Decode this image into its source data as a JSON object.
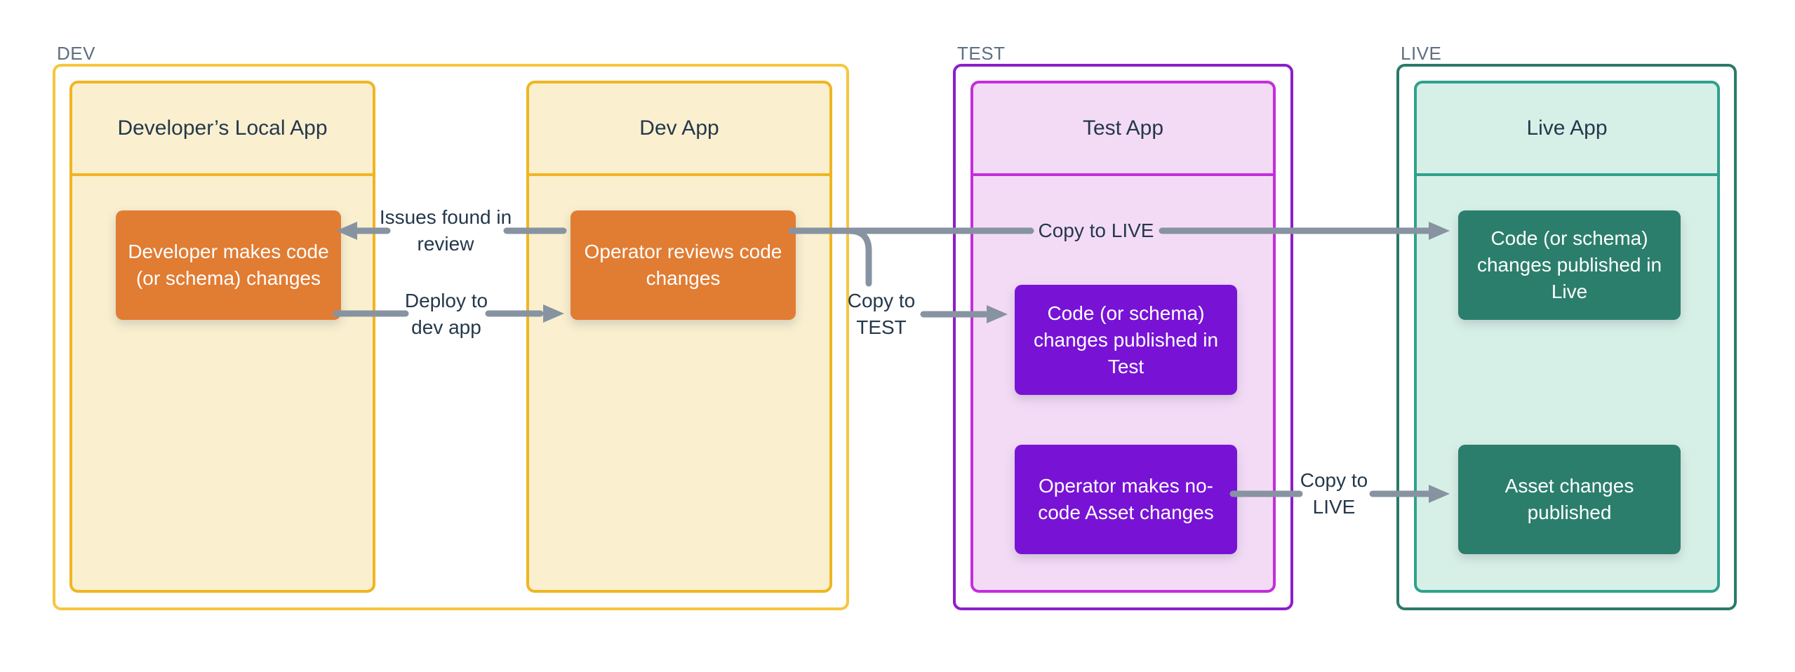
{
  "sections": [
    {
      "label": "DEV",
      "apps": [
        {
          "title": "Developer’s Local App",
          "nodes": [
            {
              "text": "Developer makes code (or schema) changes"
            }
          ]
        },
        {
          "title": "Dev App",
          "nodes": [
            {
              "text": "Operator reviews code changes"
            }
          ]
        }
      ]
    },
    {
      "label": "TEST",
      "apps": [
        {
          "title": "Test App",
          "nodes": [
            {
              "text": "Code (or schema) changes published in Test"
            },
            {
              "text": "Operator makes no-code Asset changes"
            }
          ]
        }
      ]
    },
    {
      "label": "LIVE",
      "apps": [
        {
          "title": "Live App",
          "nodes": [
            {
              "text": "Code (or schema) changes published in Live"
            },
            {
              "text": "Asset changes published"
            }
          ]
        }
      ]
    }
  ],
  "arrows": [
    {
      "label": "Issues found in review",
      "from": "Operator reviews code changes",
      "to": "Developer makes code (or schema) changes"
    },
    {
      "label": "Deploy to dev app",
      "from": "Developer makes code (or schema) changes",
      "to": "Operator reviews code changes"
    },
    {
      "label": "Copy to TEST",
      "from": "Operator reviews code changes",
      "to": "Code (or schema) changes published in Test"
    },
    {
      "label": "Copy to LIVE",
      "from": "Operator reviews code changes",
      "to": "Code (or schema) changes published in Live"
    },
    {
      "label": "Copy to LIVE",
      "from": "Operator makes no-code Asset changes",
      "to": "Asset changes published"
    }
  ],
  "colors": {
    "background": "#FFFFFF",
    "dev_border": "#F5C63F",
    "dev_app_border": "#F0B522",
    "dev_app_fill": "#FAF0CF",
    "dev_node_fill": "#E17C33",
    "test_border": "#8C1ECB",
    "test_app_border": "#C42EDB",
    "test_app_fill": "#F3DBF6",
    "test_node_fill": "#7813D6",
    "live_border": "#2B7A68",
    "live_app_border": "#2FA28C",
    "live_app_fill": "#D7F0E7",
    "live_node_fill": "#2B7E6C",
    "arrow": "#8793A1",
    "label_text": "#25384B",
    "section_label_text": "#5E6F80",
    "node_text": "#FFFFFF"
  }
}
